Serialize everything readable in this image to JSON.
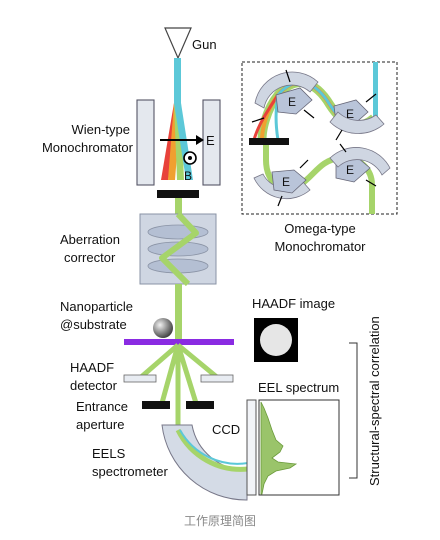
{
  "labels": {
    "gun": "Gun",
    "wien_line1": "Wien-type",
    "wien_line2": "Monochromator",
    "e_field": "E",
    "b_field": "B",
    "aberration_line1": "Aberration",
    "aberration_line2": "corrector",
    "nano_line1": "Nanoparticle",
    "nano_line2": "@substrate",
    "haadf_image": "HAADF image",
    "haadf_det_line1": "HAADF",
    "haadf_det_line2": "detector",
    "entrance_line1": "Entrance",
    "entrance_line2": "aperture",
    "ccd": "CCD",
    "eels_line1": "EELS",
    "eels_line2": "spectrometer",
    "eel_spectrum": "EEL spectrum",
    "omega_line1": "Omega-type",
    "omega_line2": "Monochromator",
    "omega_e1": "E",
    "omega_e2": "E",
    "omega_e3": "E",
    "omega_e4": "E",
    "correlation": "Structural-spectral correlation",
    "caption": "工作原理简图"
  },
  "colors": {
    "beam_cyan": "#5cc8d8",
    "beam_green": "#a6d46a",
    "beam_red": "#e8423a",
    "beam_orange": "#f0a030",
    "substrate": "#8a2be2",
    "element_gray": "#d8dde6",
    "element_blue": "#b9c4d9"
  }
}
